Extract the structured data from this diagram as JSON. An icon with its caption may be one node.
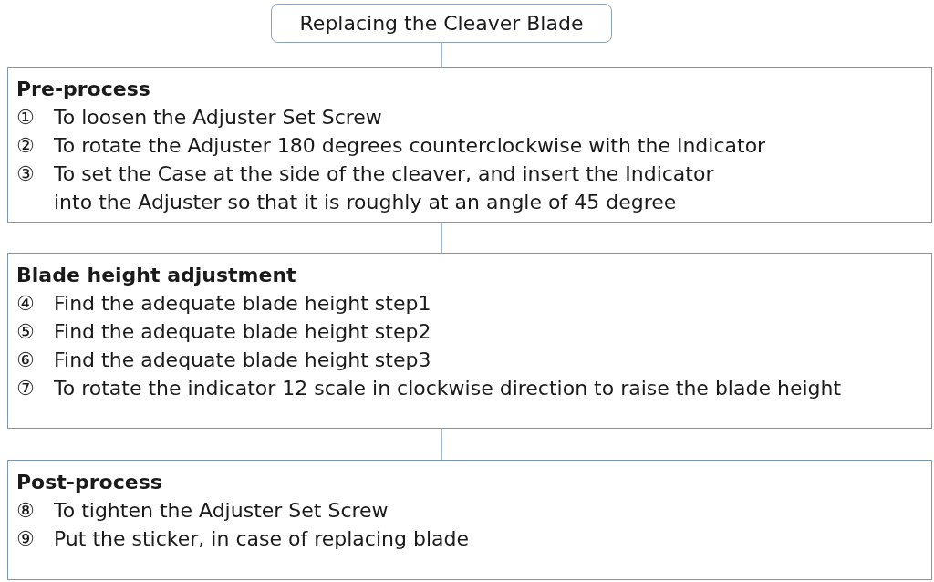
{
  "diagram": {
    "nodes": [
      {
        "text": [
          "Replacing the Cleaver Blade"
        ]
      },
      {
        "text": [
          "Pre-process",
          "① To loosen the Adjuster Set Screw",
          "② To rotate the Adjuster 180 degrees counterclockwise with the Indicator",
          "③ To set the Case at the side of the cleaver, and insert the Indicator into the Adjuster so that it is roughly at an angle of 45 degree"
        ]
      },
      {
        "text": [
          "Blade height adjustment",
          "④ Find the adequate blade height step1",
          "⑤ Find the adequate blade height step2",
          "⑥ Find the adequate blade height step3",
          "⑦ To rotate the indicator 12 scale in clockwise direction to raise the blade height"
        ]
      },
      {
        "text": [
          "Post-process",
          "⑧ To tighten the Adjuster Set Screw",
          "⑨ Put the sticker, in case of replacing blade"
        ]
      }
    ],
    "edges": [
      {
        "from": 0,
        "to": 1,
        "arrow": "none"
      },
      {
        "from": 1,
        "to": 2,
        "arrow": "none"
      },
      {
        "from": 2,
        "to": 3,
        "arrow": "none"
      }
    ]
  }
}
